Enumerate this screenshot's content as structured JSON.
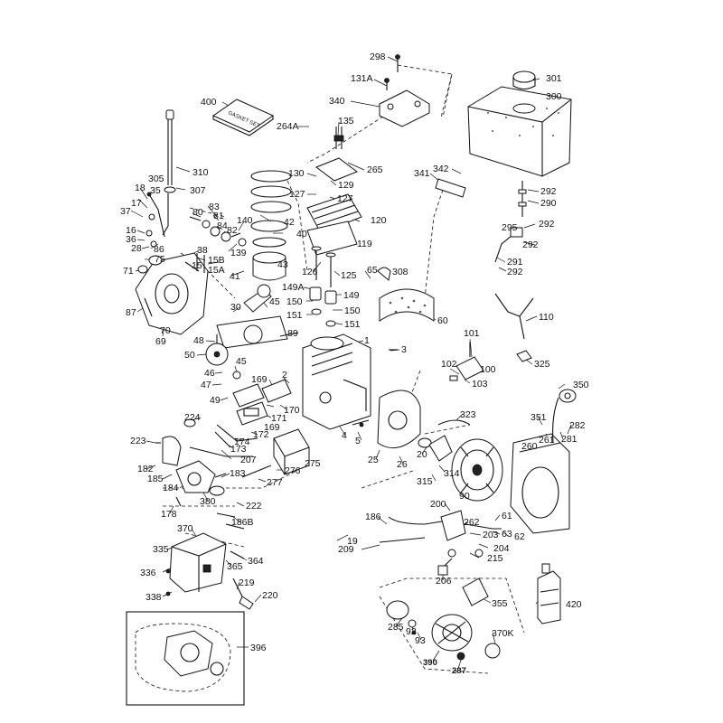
{
  "diagram": {
    "labels": [
      "298",
      "131A",
      "301",
      "300",
      "400",
      "340",
      "264A",
      "135",
      "310",
      "265",
      "130",
      "129",
      "127",
      "127",
      "341",
      "342",
      "292",
      "290",
      "305",
      "307",
      "18",
      "35",
      "17",
      "37",
      "16",
      "36",
      "28",
      "75",
      "71",
      "80",
      "83",
      "81",
      "84",
      "82",
      "140",
      "120",
      "42",
      "292",
      "295",
      "292",
      "119",
      "40",
      "139",
      "15B",
      "15A",
      "15",
      "38",
      "41",
      "43",
      "126",
      "65",
      "308",
      "291",
      "292",
      "125",
      "149A",
      "149",
      "150",
      "150",
      "151",
      "151",
      "60",
      "110",
      "86",
      "87",
      "70",
      "69",
      "30",
      "45",
      "48",
      "89",
      "1",
      "3",
      "101",
      "50",
      "46",
      "47",
      "45",
      "49",
      "169",
      "2",
      "102",
      "100",
      "103",
      "325",
      "350",
      "224",
      "171",
      "169",
      "170",
      "173",
      "174",
      "172",
      "323",
      "351",
      "282",
      "223",
      "207",
      "275",
      "4",
      "5",
      "25",
      "26",
      "20",
      "261",
      "281",
      "260",
      "182",
      "185",
      "184",
      "183",
      "276",
      "277",
      "314",
      "315",
      "90",
      "380",
      "178",
      "222",
      "186B",
      "186",
      "200",
      "61",
      "19",
      "209",
      "262",
      "203",
      "63",
      "62",
      "204",
      "215",
      "370",
      "335",
      "364",
      "365",
      "336",
      "219",
      "338",
      "220",
      "206",
      "355",
      "420",
      "285",
      "92",
      "370K",
      "93",
      "396",
      "390",
      "287"
    ],
    "gasket_set_text": "GASKET SET"
  }
}
